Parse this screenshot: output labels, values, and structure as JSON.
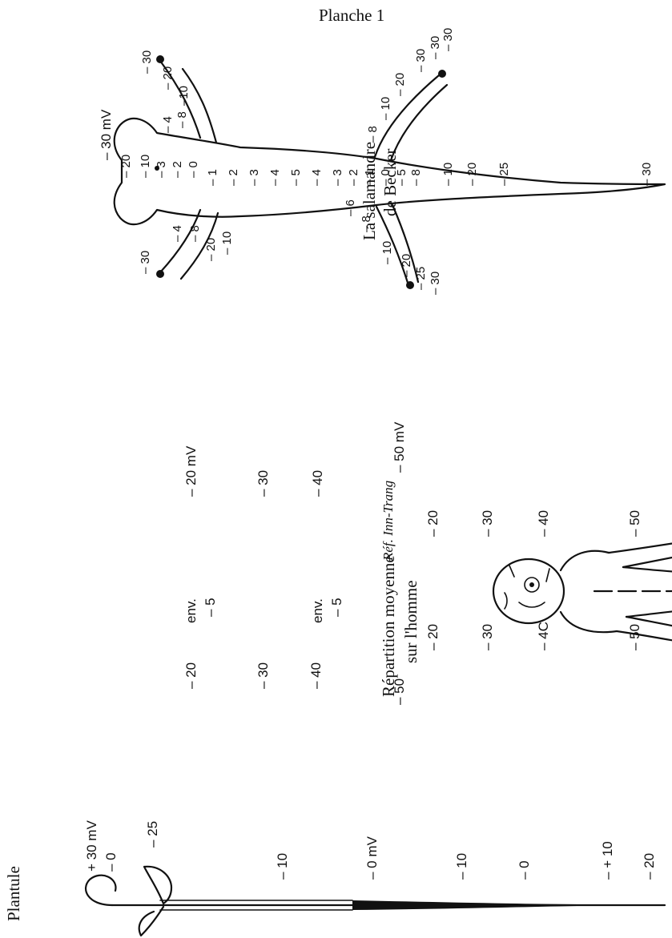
{
  "plate_title": "Planche 1",
  "plant": {
    "caption": "Plantule",
    "labels": [
      "+ 30 mV",
      "– 0",
      "– 25",
      "– 10",
      "– 0 mV",
      "– 10",
      "– 0",
      "– + 10",
      "– 20"
    ]
  },
  "human": {
    "caption_line1": "Répartition moyenne",
    "caption_line2": "sur l'homme",
    "reference": "Réf. Inn-Trang",
    "labels": [
      "– 20 mV",
      "– 30",
      "– 40",
      "– 50 mV",
      "– 20",
      "– 30",
      "– 40",
      "– 50",
      "env.",
      "– 5",
      "env.",
      "– 5",
      "– 20",
      "– 30",
      "– 40",
      "– 50",
      "– 20",
      "– 30",
      "– 4C",
      "– 50"
    ]
  },
  "salamander": {
    "caption_line1": "La salamandre",
    "caption_line2": "de Becker",
    "head_label": "– 30 mV",
    "labels": [
      "– 30",
      "– 20",
      "–10",
      "– 4",
      "– 8",
      "– 8",
      "– 10",
      "– 20",
      "– 30",
      "– 30",
      "– 30",
      "– 20",
      "– 10",
      "– 3",
      "– 2",
      "– 0",
      "– 1",
      "– 2",
      "– 3",
      "– 4",
      "– 5",
      "– 4",
      "– 3",
      "– 2",
      "– 1",
      "– 0",
      "– 5",
      "– 8",
      "– 10",
      "– 20",
      "– 25",
      "– 30",
      "– 4",
      "– 8",
      "– 20",
      "– 10",
      "– 30",
      "– 8",
      "– 6",
      "– 10",
      "– 20",
      "– 25",
      "– 30"
    ]
  },
  "colors": {
    "ink": "#111111",
    "paper": "#ffffff"
  }
}
